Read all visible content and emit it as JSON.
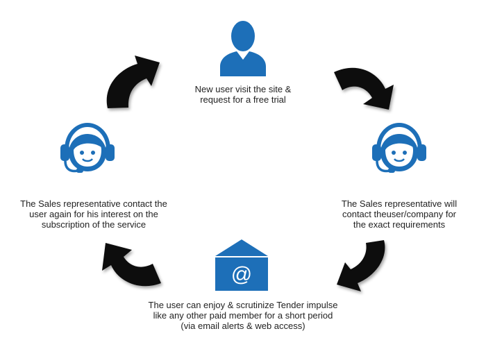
{
  "colors": {
    "accent": "#1d6fb8",
    "arrow": "#111111",
    "text": "#222222",
    "background": "#ffffff"
  },
  "steps": [
    {
      "icon": "user-icon",
      "lines": [
        "New user visit the site &",
        "request for a free trial"
      ]
    },
    {
      "icon": "support-agent-icon",
      "lines": [
        "The Sales representative will",
        "contact theuser/company for",
        "the exact requirements"
      ]
    },
    {
      "icon": "email-icon",
      "lines": [
        "The user can enjoy & scrutinize Tender impulse",
        "like any other paid member for a short period",
        "(via email alerts & web access)"
      ]
    },
    {
      "icon": "support-agent-icon",
      "lines": [
        "The Sales representative contact the",
        "user again for his interest on the",
        "subscription of the service"
      ]
    }
  ],
  "arrows": [
    {
      "icon": "curved-arrow-icon",
      "from_step": 1,
      "to_step": 2
    },
    {
      "icon": "curved-arrow-icon",
      "from_step": 2,
      "to_step": 3
    },
    {
      "icon": "curved-arrow-icon",
      "from_step": 3,
      "to_step": 4
    },
    {
      "icon": "curved-arrow-icon",
      "from_step": 4,
      "to_step": 1
    }
  ]
}
